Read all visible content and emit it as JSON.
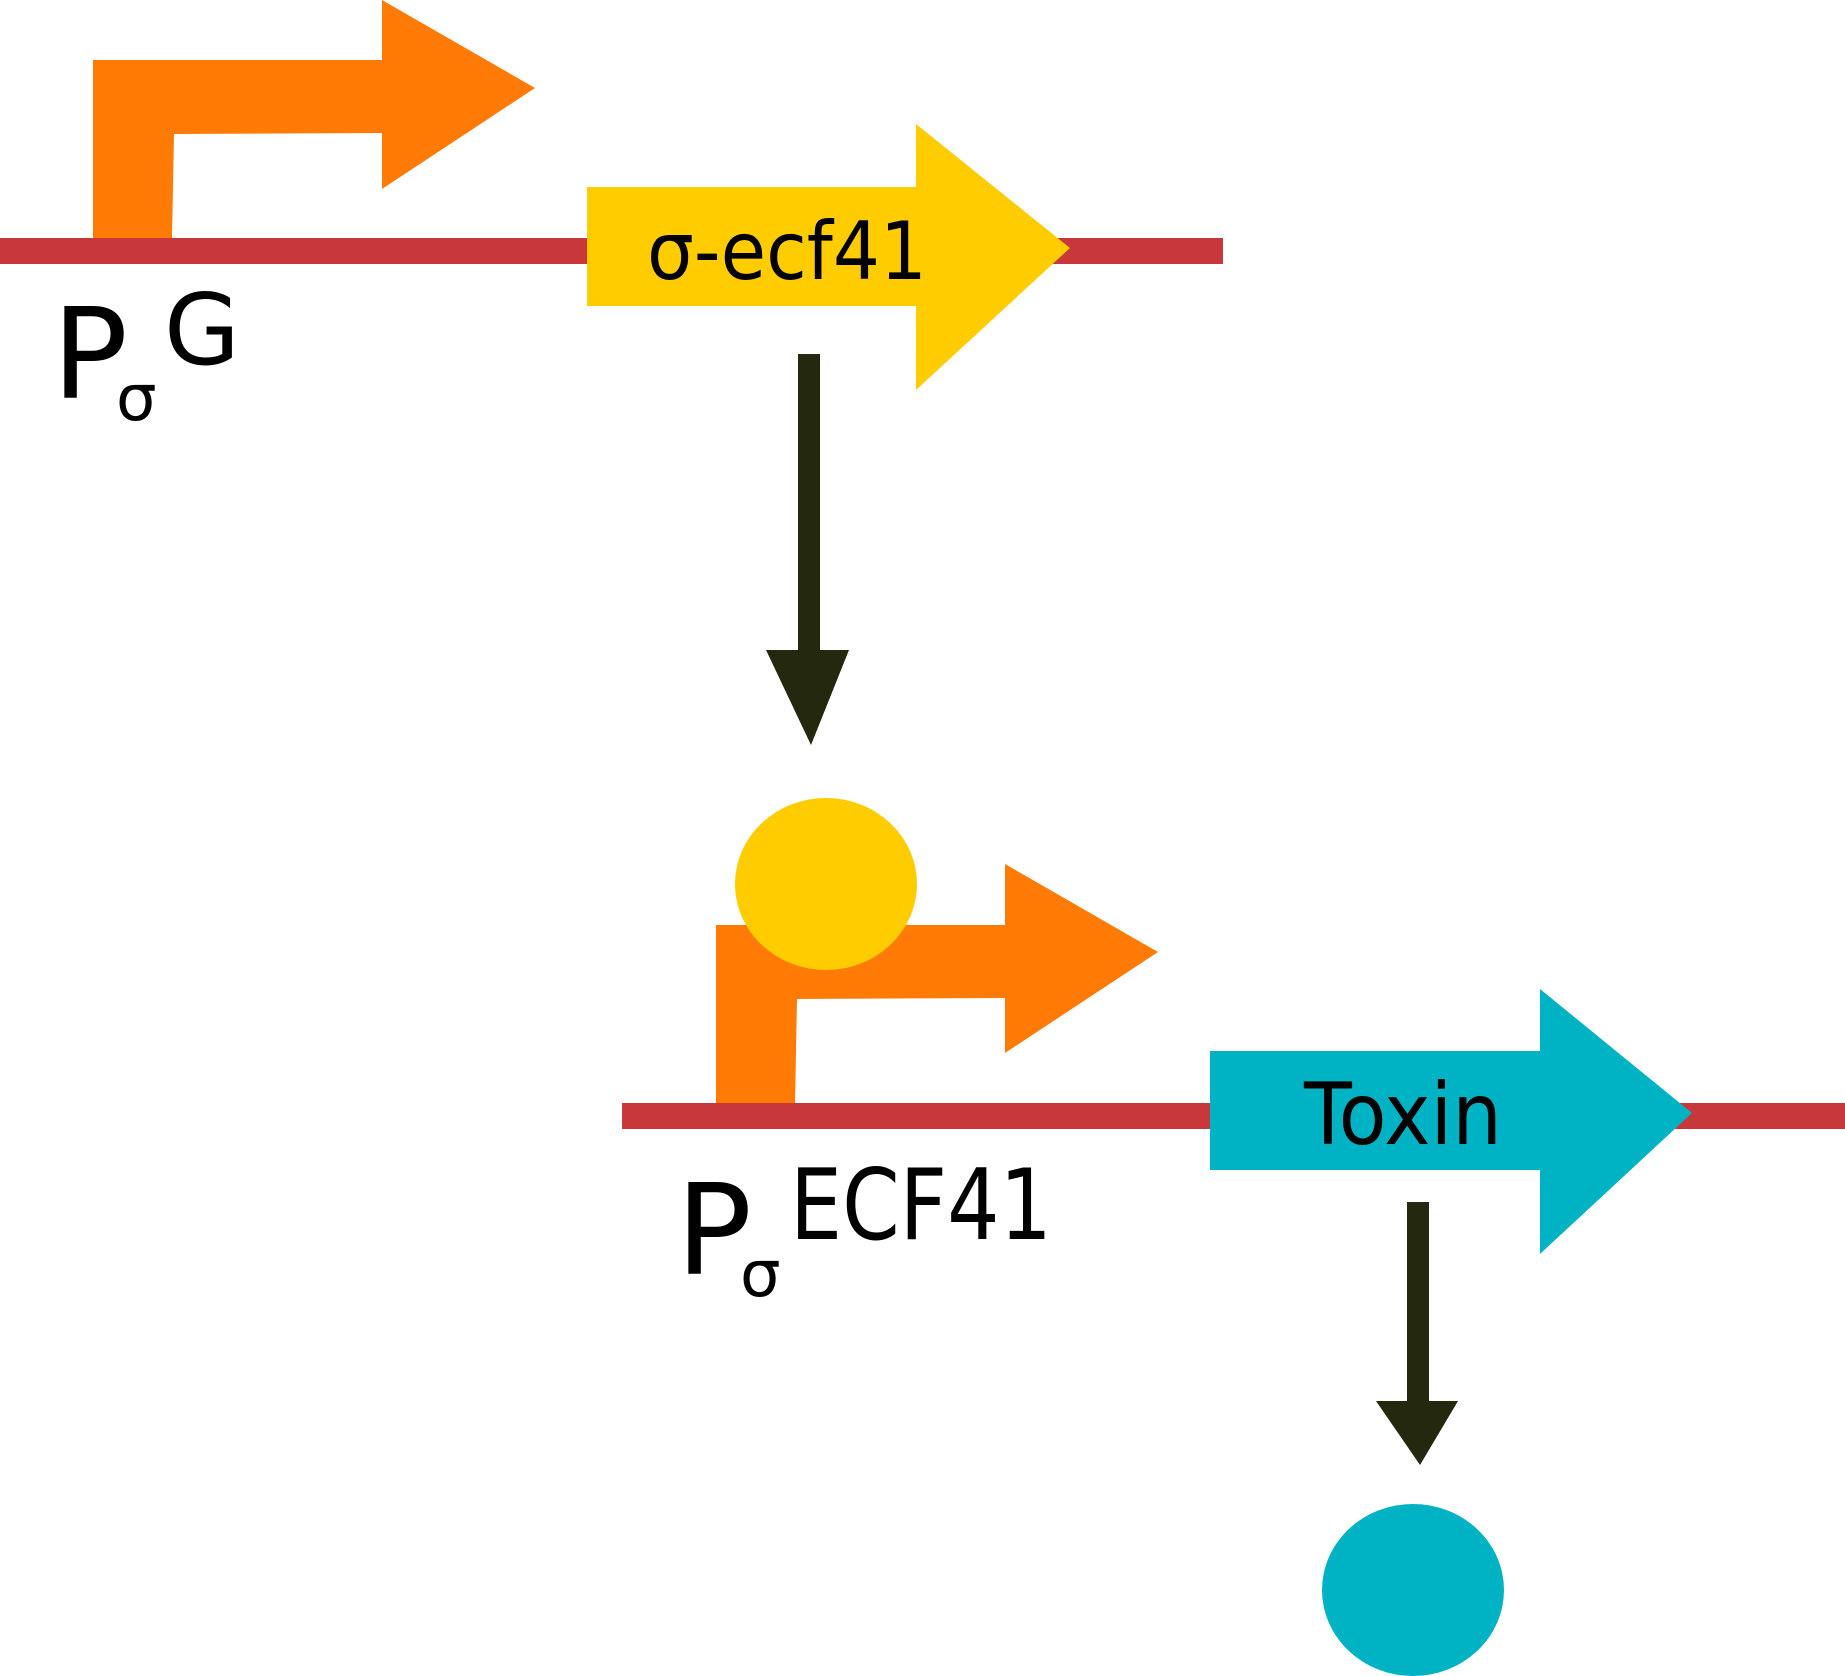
{
  "colors": {
    "dna_strand": "#c8373a",
    "promoter": "#ff7b06",
    "sigma_gene": "#ffcc00",
    "toxin_gene": "#00b3c4",
    "arrow": "#24280f"
  },
  "icons": {
    "promoter": "bent-arrow-icon",
    "gene": "block-arrow-icon",
    "protein": "circle-icon",
    "arrow": "down-arrow-icon"
  },
  "top_construct": {
    "promoter_label": {
      "main": "P",
      "subscript": "σ",
      "superscript": "G"
    },
    "gene_label": "σ-ecf41"
  },
  "bottom_construct": {
    "promoter_label": {
      "main": "P",
      "subscript": "σ",
      "superscript": "ECF41"
    },
    "gene_label": "Toxin"
  }
}
